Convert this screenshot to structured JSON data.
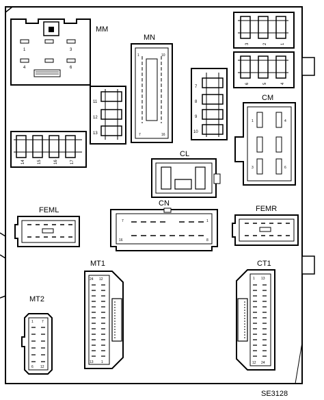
{
  "diagram": {
    "reference": "SE3128",
    "connectors": {
      "MM": {
        "label": "MM",
        "pins": [
          "1",
          "3",
          "4",
          "6"
        ]
      },
      "MN": {
        "label": "MN",
        "pins": [
          "1",
          "7",
          "10",
          "16"
        ]
      },
      "CM": {
        "label": "CM",
        "pins": [
          "1",
          "4",
          "3",
          "6"
        ]
      },
      "CL": {
        "label": "CL"
      },
      "CN": {
        "label": "CN",
        "pins": [
          "7",
          "1",
          "16",
          "8"
        ]
      },
      "FEML": {
        "label": "FEML"
      },
      "FEMR": {
        "label": "FEMR"
      },
      "MT1": {
        "label": "MT1",
        "pins": [
          "24",
          "12",
          "13",
          "1"
        ]
      },
      "CT1": {
        "label": "CT1",
        "pins": [
          "1",
          "13",
          "12",
          "24"
        ]
      },
      "MT2": {
        "label": "MT2",
        "pins": [
          "1",
          "7",
          "6",
          "12"
        ]
      }
    },
    "fuse_groups": {
      "top_right_a": [
        "3",
        "2",
        "1"
      ],
      "top_right_b": [
        "6",
        "5",
        "4"
      ],
      "vertical_left": [
        "11",
        "12",
        "13"
      ],
      "vertical_right": [
        "7",
        "8",
        "9",
        "10"
      ],
      "bottom_left": [
        "14",
        "15",
        "16",
        "17"
      ]
    }
  }
}
